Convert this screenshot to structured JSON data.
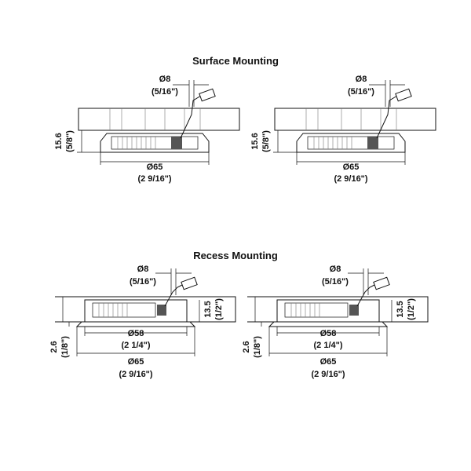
{
  "sections": {
    "surface": {
      "title": "Surface Mounting"
    },
    "recess": {
      "title": "Recess Mounting"
    }
  },
  "surface_dims": {
    "cable_dia": "Ø8",
    "cable_dia_in": "(5/16\")",
    "height": "15.6",
    "height_in": "(5/8\")",
    "dia": "Ø65",
    "dia_in": "(2 9/16\")"
  },
  "recess_dims": {
    "cable_dia": "Ø8",
    "cable_dia_in": "(5/16\")",
    "depth": "13.5",
    "depth_in": "(1/2\")",
    "flange": "2.6",
    "flange_in": "(1/8\")",
    "cutout_dia": "Ø58",
    "cutout_dia_in": "(2 1/4\")",
    "dia": "Ø65",
    "dia_in": "(2 9/16\")"
  },
  "colors": {
    "line": "#111111",
    "hatch": "#777777",
    "background": "#ffffff"
  }
}
